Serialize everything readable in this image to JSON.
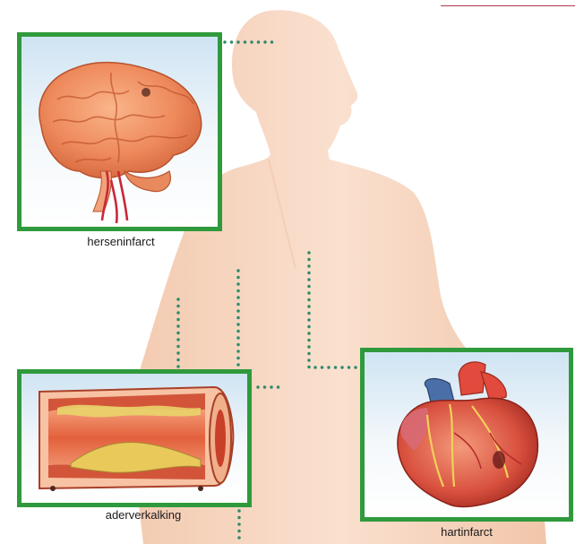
{
  "colors": {
    "skin": "#f8d9c4",
    "skin_shadow": "#efc3a6",
    "frame": "#2f9a3c",
    "connector": "#2f8a6a",
    "sky_top": "#cfe4f3"
  },
  "panels": {
    "brain": {
      "caption": "herseninfarct",
      "icon": "brain-illustration"
    },
    "artery": {
      "caption": "aderverkalking",
      "icon": "artery-cross-section-illustration"
    },
    "heart": {
      "caption": "hartinfarct",
      "icon": "heart-illustration"
    }
  }
}
